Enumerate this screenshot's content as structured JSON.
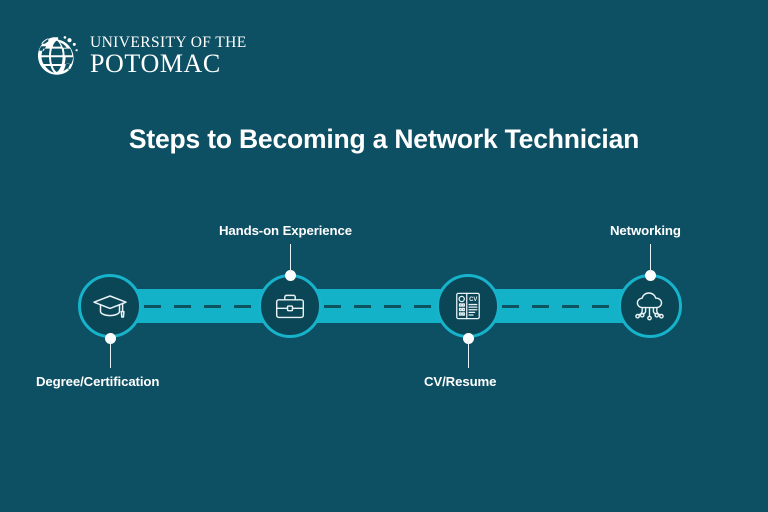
{
  "background_color": "#0d4f63",
  "accent_color": "#13b2c9",
  "dash_color": "#0d5460",
  "circle_fill_color": "#0b4657",
  "text_color": "#ffffff",
  "logo": {
    "icon": "globe-icon",
    "line1": "UNIVERSITY OF THE",
    "line2": "POTOMAC"
  },
  "header": {
    "title": "Steps to Becoming a Network Technician"
  },
  "timeline": {
    "steps": [
      {
        "label": "Degree/Certification",
        "icon": "graduation-cap-icon",
        "label_position": "below"
      },
      {
        "label": "Hands-on Experience",
        "icon": "briefcase-icon",
        "label_position": "above"
      },
      {
        "label": "CV/Resume",
        "icon": "resume-document-icon",
        "label_position": "below"
      },
      {
        "label": "Networking",
        "icon": "cloud-network-icon",
        "label_position": "above"
      }
    ]
  }
}
